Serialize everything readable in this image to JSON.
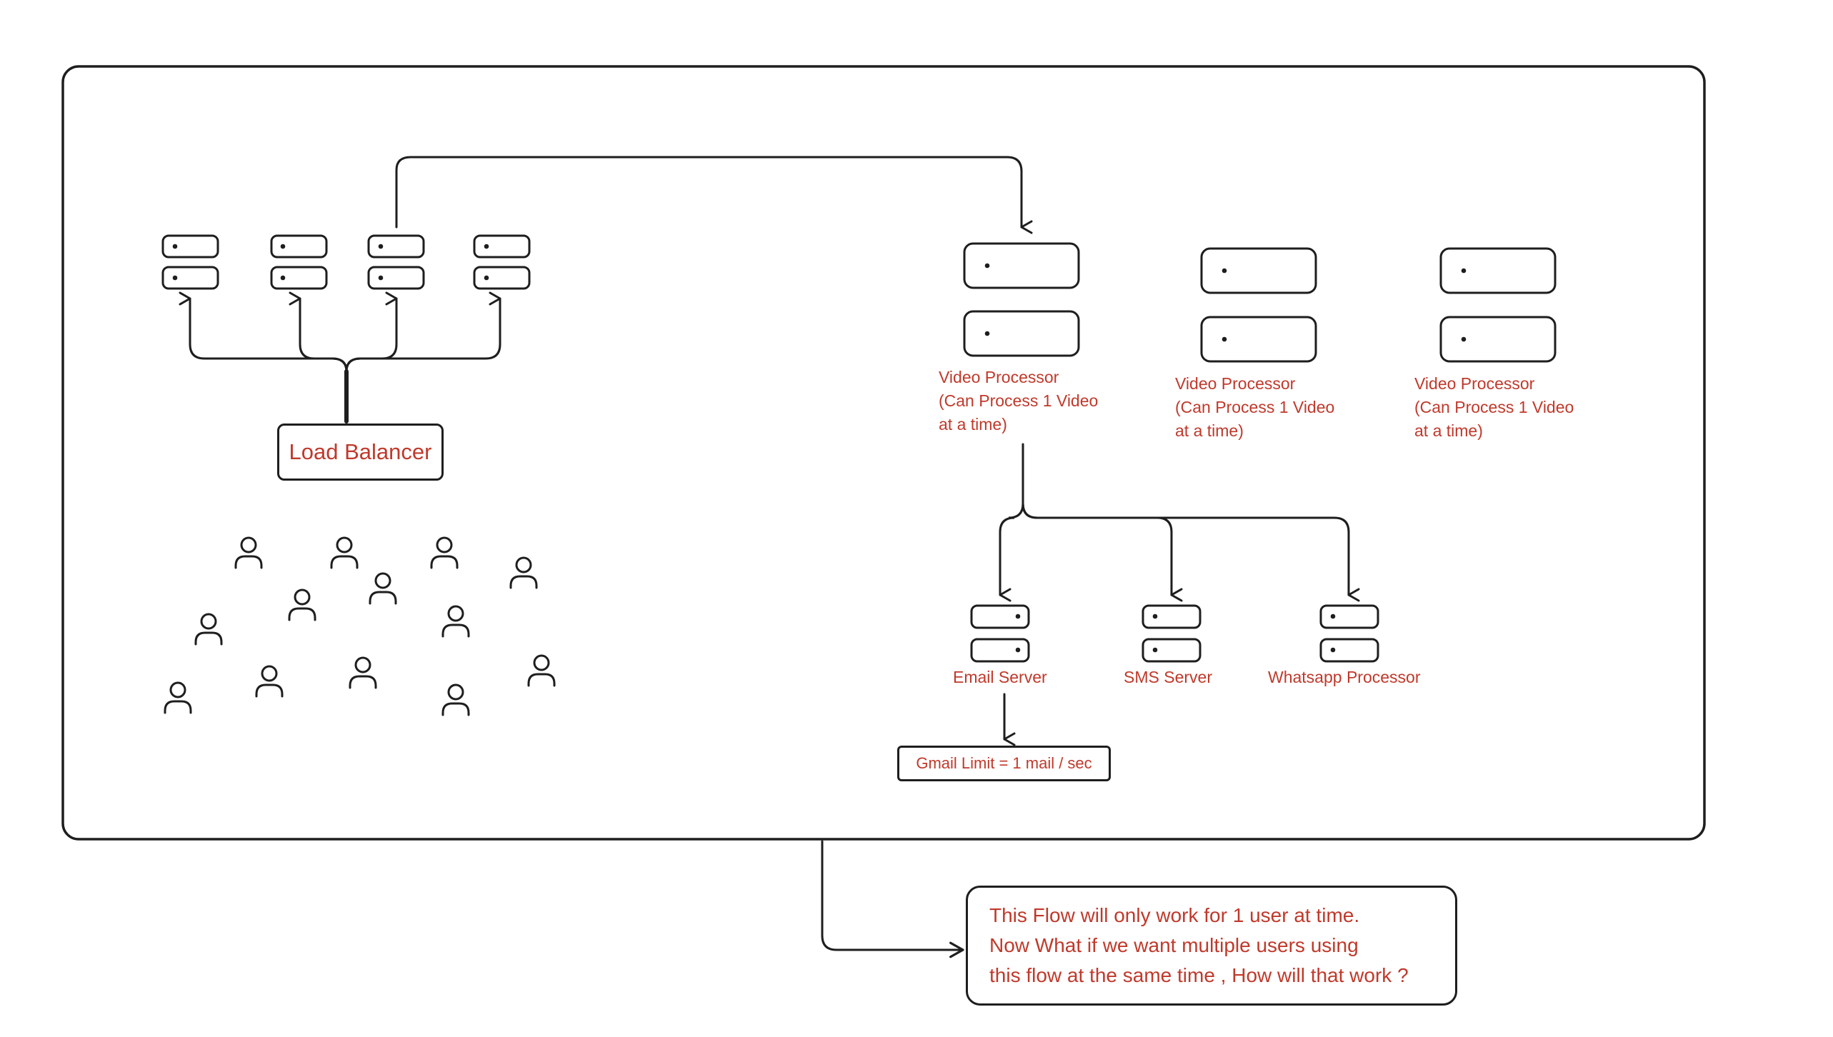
{
  "colors": {
    "stroke": "#1e1e1e",
    "label": "#c0392b",
    "background": "#ffffff"
  },
  "load_balancer": {
    "label": "Load Balancer"
  },
  "video_processors": [
    {
      "line1": "Video Processor",
      "line2": "(Can Process 1 Video",
      "line3": "at a time)"
    },
    {
      "line1": "Video Processor",
      "line2": "(Can Process 1 Video",
      "line3": "at a time)"
    },
    {
      "line1": "Video Processor",
      "line2": "(Can Process 1 Video",
      "line3": "at a time)"
    }
  ],
  "notification_servers": [
    {
      "label": "Email Server"
    },
    {
      "label": "SMS Server"
    },
    {
      "label": "Whatsapp Processor"
    }
  ],
  "gmail_limit": {
    "label": "Gmail Limit = 1 mail / sec"
  },
  "note": {
    "line1": "This Flow will only work for 1 user at time.",
    "line2": "Now What if we want multiple users using",
    "line3": "this flow at the same time , How will that work ?"
  },
  "icons": {
    "server": "server-icon",
    "user": "user-icon",
    "arrow": "arrow-icon"
  }
}
